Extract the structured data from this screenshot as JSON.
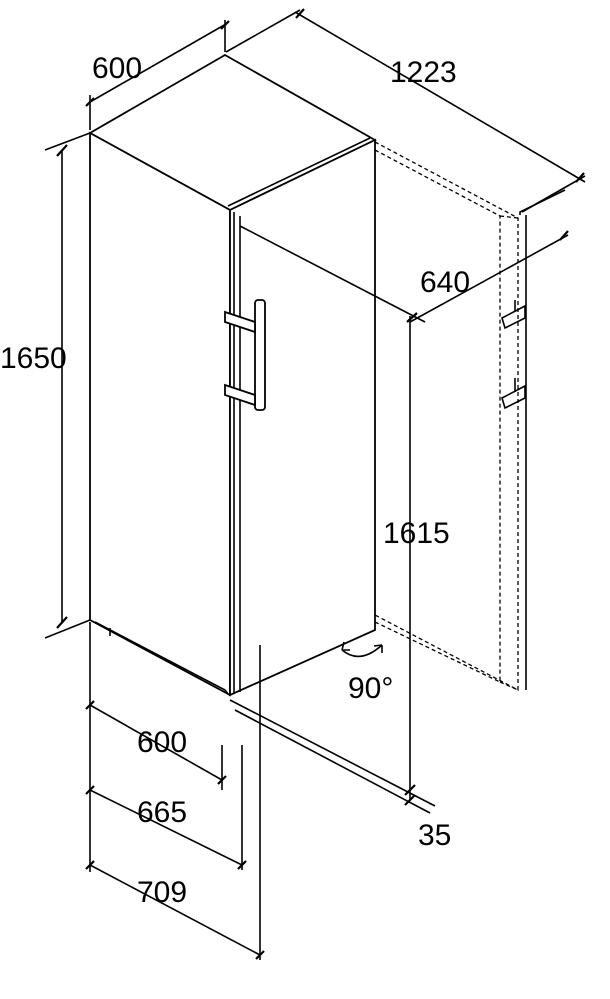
{
  "title": "Appliance dimension drawing",
  "dimensions": {
    "top_width": "600",
    "open_depth": "1223",
    "total_height": "1650",
    "door_clearance": "640",
    "door_height": "1615",
    "door_angle": "90°",
    "floor_offset": "35",
    "depth_body": "600",
    "depth_with_door": "665",
    "depth_with_handle": "709"
  }
}
